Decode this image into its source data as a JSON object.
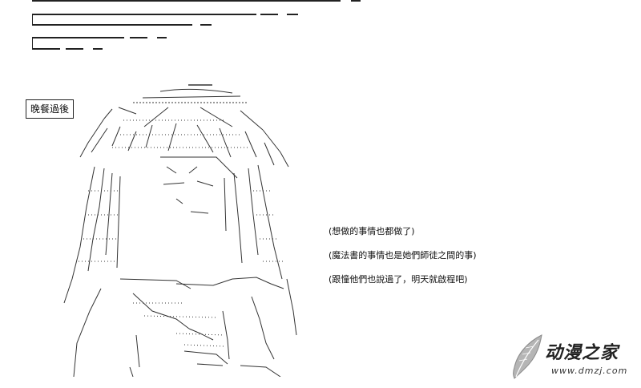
{
  "caption": {
    "text": "晚餐過後"
  },
  "dialogue": {
    "lines": [
      "(想做的事情也都做了)",
      "(魔法書的事情也是她們師徒之間的事)",
      "(跟憧他們也說過了，明天就啟程吧)"
    ]
  },
  "logo": {
    "title": "动漫之家",
    "url": "www.dmzj.com",
    "icon": "feather-icon"
  },
  "colors": {
    "ink": "#222222",
    "background": "#ffffff",
    "logo_mark": "#9a9a9a"
  }
}
